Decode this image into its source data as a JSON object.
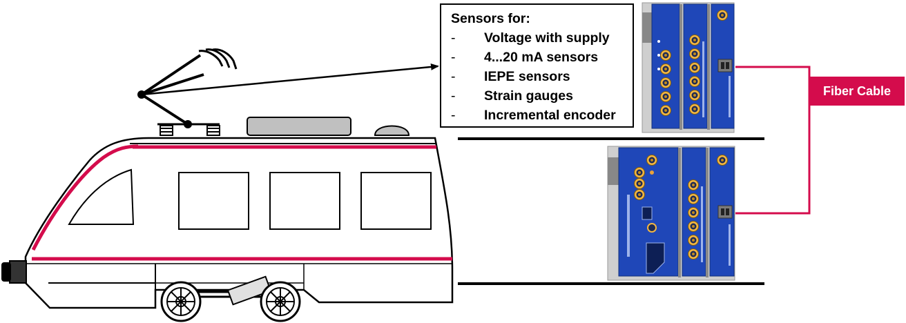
{
  "sensor_box": {
    "title": "Sensors for:",
    "items": [
      {
        "dash": "-",
        "label": "Voltage with supply"
      },
      {
        "dash": "-",
        "label": "4...20 mA sensors"
      },
      {
        "dash": "-",
        "label": "IEPE sensors"
      },
      {
        "dash": "-",
        "label": "Strain gauges"
      },
      {
        "dash": "-",
        "label": "Incremental encoder"
      }
    ]
  },
  "fiber_cable": {
    "label": "Fiber Cable"
  },
  "colors": {
    "accent": "#d40c4c",
    "module_blue": "#1f47b8",
    "module_gray": "#c9c9c9",
    "outline": "#000000"
  },
  "icons": [
    "pantograph-icon",
    "train-icon",
    "daq-module-stack-icon",
    "arrow-icon",
    "wheel-icon"
  ]
}
